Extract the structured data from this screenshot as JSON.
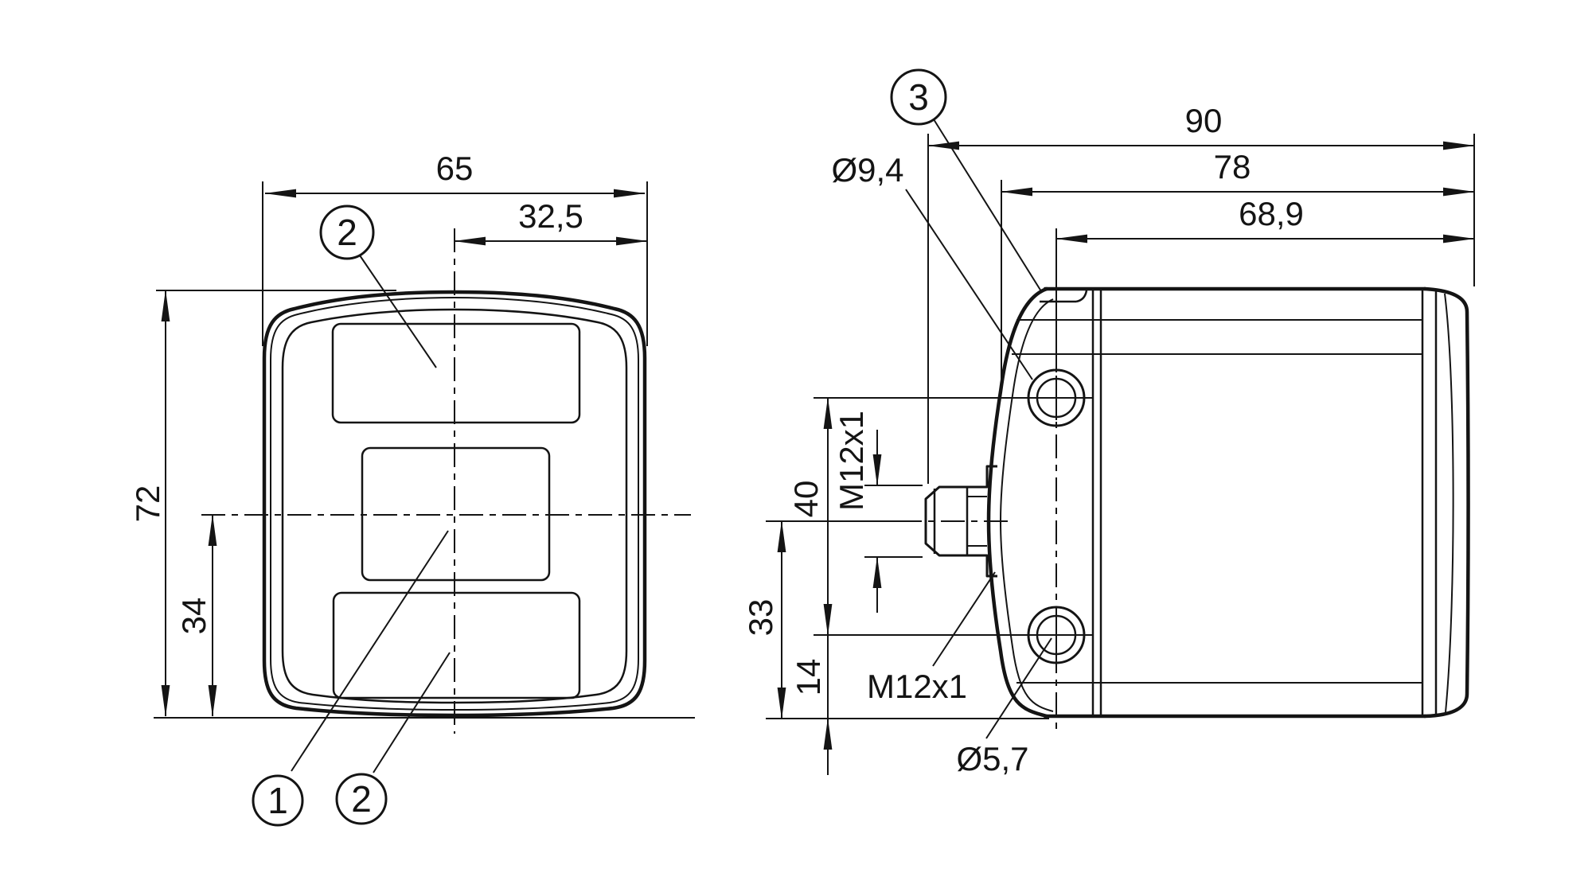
{
  "drawing": {
    "colors": {
      "line": "#141414",
      "background": "#ffffff"
    },
    "front_view": {
      "dim_width": "65",
      "dim_half_width": "32,5",
      "dim_height": "72",
      "dim_center_height": "34",
      "callout_window_top": "2",
      "callout_lens": "1",
      "callout_window_bottom": "2"
    },
    "side_view": {
      "dim_depth_total": "90",
      "dim_depth_front_face": "78",
      "dim_depth_mount_plane": "68,9",
      "dim_hole_spacing": "40",
      "dim_connector_axis_height": "33",
      "dim_hole_to_bottom": "14",
      "label_connector_thread": "M12x1",
      "label_connector_leader": "M12x1",
      "label_hole_counterbore_dia": "Ø9,4",
      "label_hole_dia": "Ø5,7",
      "callout_slot": "3"
    }
  }
}
